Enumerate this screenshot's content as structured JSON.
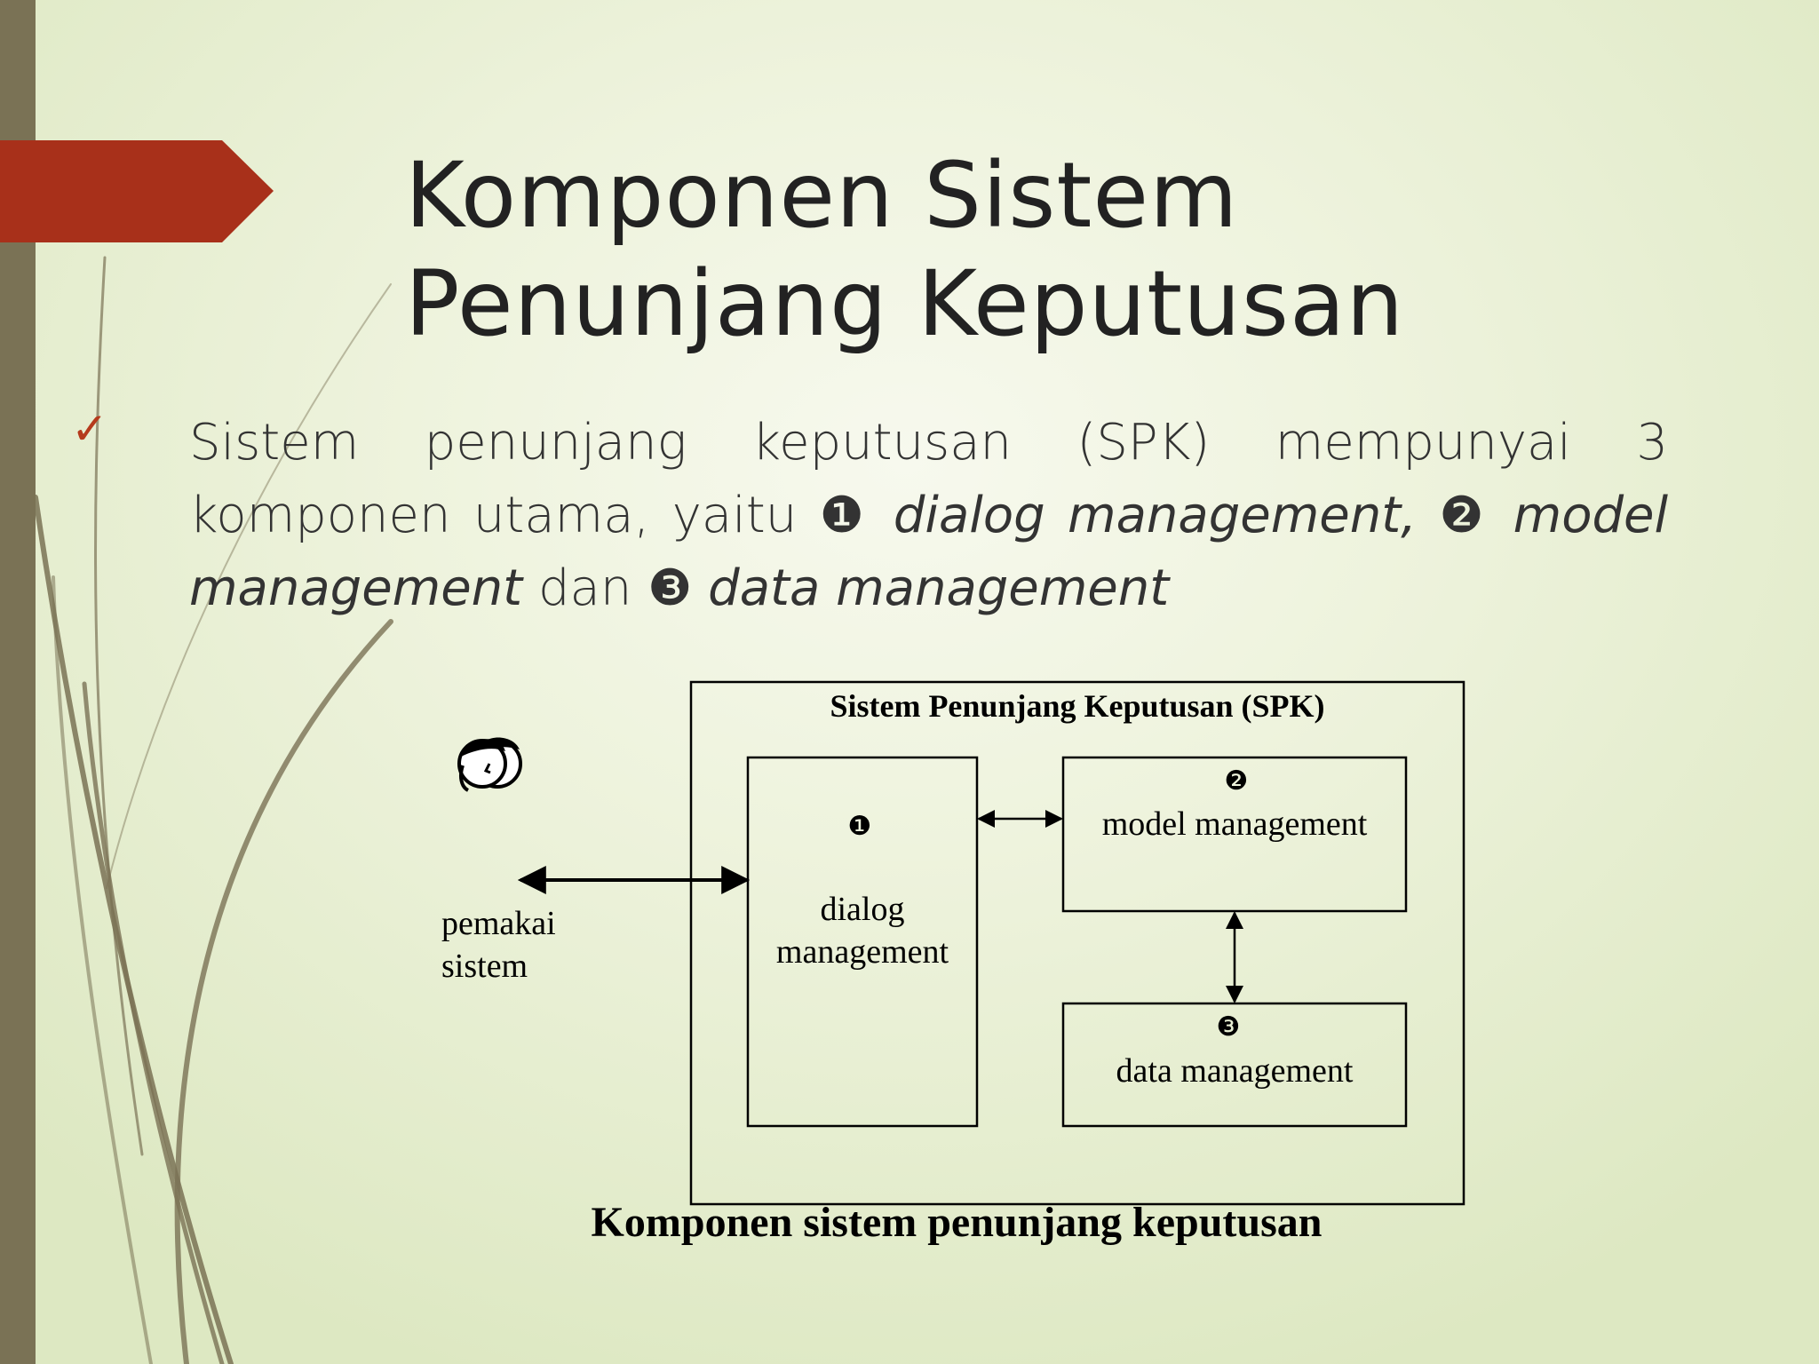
{
  "slide": {
    "title_line1": "Komponen Sistem",
    "title_line2": "Penunjang Keputusan",
    "bullet": {
      "t1": "Sistem penunjang keputusan (SPK) mempunyai 3 komponen utama, yaitu ",
      "n1": "❶",
      "i1": "dialog management,",
      "n2": "❷",
      "i2": "model management",
      "t2": "dan",
      "n3": "❸",
      "i3": "data management"
    }
  },
  "diagram": {
    "outer_title": "Sistem Penunjang Keputusan (SPK)",
    "user_label_line1": "pemakai",
    "user_label_line2": "sistem",
    "dialog_num": "❶",
    "dialog_line1": "dialog",
    "dialog_line2": "management",
    "model_num": "❷",
    "model_label": "model management",
    "data_num": "❸",
    "data_label": "data management",
    "caption": "Komponen sistem penunjang keputusan"
  },
  "colors": {
    "accent_red": "#a8301a",
    "bar": "#7a7255",
    "stem": "#7a7255"
  }
}
